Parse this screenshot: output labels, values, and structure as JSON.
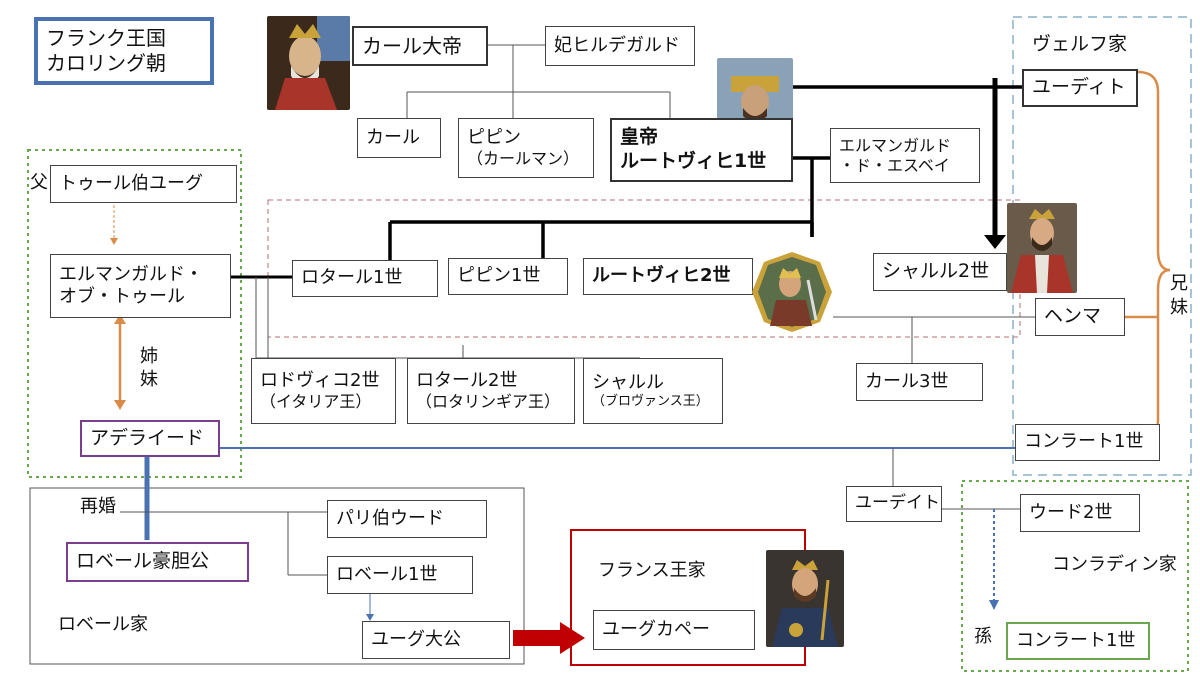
{
  "title": {
    "line1": "フランク王国",
    "line2": "カロリング朝"
  },
  "people": {
    "charlemagne": "カール大帝",
    "hildegard": "妃ヒルデガルド",
    "karl": "カール",
    "pippin": {
      "line1": "ピピン",
      "line2": "（カールマン）"
    },
    "louis1": {
      "line1": "皇帝",
      "line2": "ルートヴィヒ1世"
    },
    "ermengard_esbaye": {
      "line1": "エルマンガルド",
      "line2": "・ド・エスベイ"
    },
    "judith_top": "ユーディト",
    "hugo_tours": "トゥール伯ユーグ",
    "ermengard_tours": {
      "line1": "エルマンガルド・",
      "line2": "オブ・トゥール"
    },
    "lothar1": "ロタール1世",
    "pippin1": "ピピン1世",
    "louis2": "ルートヴィヒ2世",
    "charles2": "シャルル2世",
    "henma": "ヘンマ",
    "ludovico2": {
      "line1": "ロドヴィコ2世",
      "line2": "（イタリア王）"
    },
    "lothar2": {
      "line1": "ロタール2世",
      "line2": "（ロタリンギア王）"
    },
    "charles_prov": {
      "line1": "シャルル",
      "line2": "（ブロヴァンス王）"
    },
    "karl3": "カール3世",
    "adelaide": "アデライード",
    "konrad1_right": "コンラート1世",
    "judith_bottom": "ユーデイト",
    "udo2": "ウード2世",
    "konrad1_bottom": "コンラート1世",
    "paris_udo": "パリ伯ウード",
    "robert_brave": "ロベール豪胆公",
    "robert1": "ロベール1世",
    "hugo_great": "ユーグ大公",
    "hugo_capet": "ユーグカペー"
  },
  "labels": {
    "welf": "ヴェルフ家",
    "father": "父",
    "sisters_line1": "姉",
    "sisters_line2": "妹",
    "siblings_line1": "兄",
    "siblings_line2": "妹",
    "remarriage": "再婚",
    "robert_house": "ロベール家",
    "france_house": "フランス王家",
    "conradin_house": "コンラディン家",
    "grandchild": "孫"
  },
  "colors": {
    "blue_frame": "#4a72b0",
    "purple": "#7a3f8f",
    "green": "#6aa84f",
    "dotted_green": "#6aa84f",
    "orange": "#d98c4a",
    "red": "#c00000",
    "light_blue_dashed": "#a7c4d6",
    "pink_dashed": "#b07070"
  }
}
